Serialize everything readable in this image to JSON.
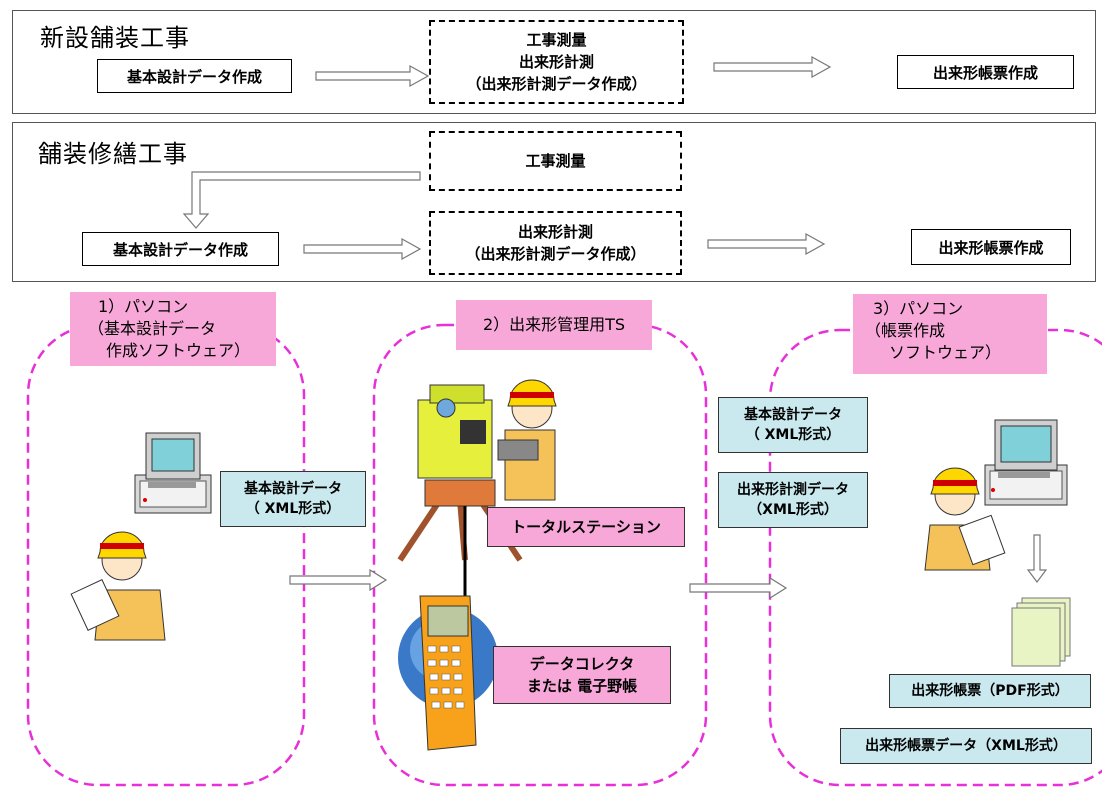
{
  "top_panel": {
    "title": "新設舗装工事",
    "design_data": "基本設計データ作成",
    "survey_lines": [
      "工事測量",
      "出来形計測",
      "（出来形計測データ作成）"
    ],
    "report": "出来形帳票作成"
  },
  "mid_panel": {
    "title": "舗装修繕工事",
    "survey": "工事測量",
    "design_data": "基本設計データ作成",
    "measure_lines": [
      "出来形計測",
      "（出来形計測データ作成）"
    ],
    "report": "出来形帳票作成"
  },
  "stage1": {
    "label_lines": [
      "1）パソコン",
      "（基本設計データ",
      "作成ソフトウェア）"
    ],
    "data_lines": [
      "基本設計データ",
      "（ XML形式）"
    ]
  },
  "stage2": {
    "label": "2）出来形管理用TS",
    "total_station": "トータルステーション",
    "collector_lines": [
      "データコレクタ",
      "または 電子野帳"
    ]
  },
  "transfer": {
    "design_lines": [
      "基本設計データ",
      "（ XML形式）"
    ],
    "measure_lines": [
      "出来形計測データ",
      "（XML形式）"
    ]
  },
  "stage3": {
    "label_lines": [
      "3）パソコン",
      "（帳票作成",
      "ソフトウェア）"
    ],
    "pdf_report": "出来形帳票（PDF形式）",
    "xml_report": "出来形帳票データ（XML形式）"
  },
  "colors": {
    "pink_label": "#f7a8d8",
    "cyan_label": "#c9e9ef",
    "dashed_magenta": "#e830d8",
    "worker_uniform": "#f5c25a",
    "helmet": "#ffd700"
  }
}
